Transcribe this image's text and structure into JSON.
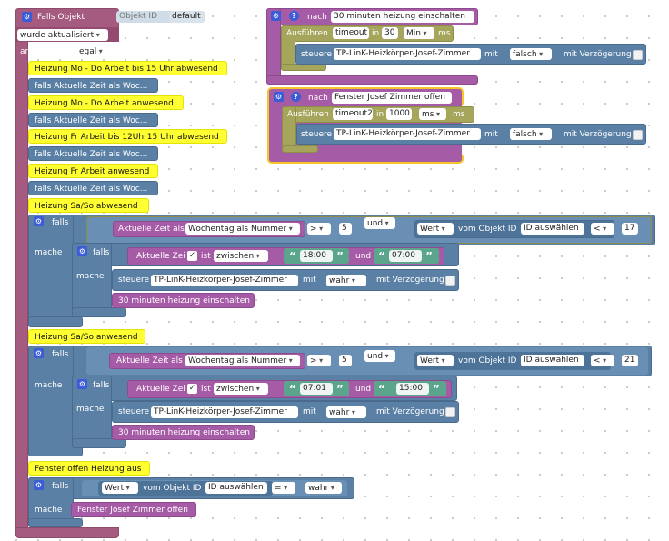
{
  "trigger": {
    "title": "Falls Objekt",
    "objid_label": "Objekt ID",
    "objid_value": "default",
    "updated": "wurde aktualisiert",
    "ack_label": "anerkannt ist",
    "ack_value": "egal"
  },
  "days": [
    {
      "label": "Heizung Mo - Do Arbeit bis 15 Uhr abwesend",
      "call": "falls Aktuelle Zeit als Woc..."
    },
    {
      "label": "Heizung Mo - Do Arbeit anwesend",
      "call": "falls Aktuelle Zeit als Woc..."
    },
    {
      "label": "Heizung Fr Arbeit bis 12Uhr15 Uhr abwesend",
      "call": "falls Aktuelle Zeit als Woc..."
    },
    {
      "label": "Heizung Fr Arbeit anwesend",
      "call": "falls Aktuelle Zeit als Woc..."
    }
  ],
  "common": {
    "falls": "falls",
    "mache": "mache",
    "current_time": "Aktuelle Zeit als",
    "current_time_short": "Aktuelle Zei",
    "weekday": "Wochentag als Nummer",
    "gt": ">",
    "lt": "<",
    "eq": "=",
    "und": "und",
    "wert": "Wert",
    "vom_objekt": "vom Objekt ID",
    "id_select": "ID auswählen",
    "ist": "ist",
    "zwischen": "zwischen",
    "steuere": "steuere",
    "mit": "mit",
    "mit_verz": "mit Verzögerung",
    "wahr": "wahr",
    "falsch": "falsch",
    "device": "TP-LinK-Heizkörper-Josef-Zimmer",
    "call_timer": "30 minuten heizung einschalten"
  },
  "sa_abw": {
    "label": "Heizung Sa/So abwesend",
    "day_num": "5",
    "hour_limit": "17",
    "time_from": "18:00",
    "time_to": "07:00"
  },
  "sa_anw": {
    "label": "Heizung Sa/So anwesend",
    "day_num": "5",
    "hour_limit": "21",
    "time_from": "07:01",
    "time_to": "15:00"
  },
  "window": {
    "label": "Fenster offen Heizung aus",
    "call": "Fenster Josef Zimmer offen"
  },
  "func1": {
    "prefix": "nach",
    "name": "30 minuten heizung einschalten",
    "exec": "Ausführen",
    "timeout": "timeout",
    "in": "in",
    "amount": "30",
    "unit": "Min",
    "ms": "ms"
  },
  "func2": {
    "prefix": "nach",
    "name": "Fenster Josef Zimmer offen",
    "exec": "Ausführen",
    "timeout": "timeout2",
    "in": "in",
    "amount": "1000",
    "unit": "ms",
    "ms": "ms"
  },
  "icons": {
    "gear": "⚙",
    "help": "?",
    "check": "✓",
    "quote_open": "“",
    "quote_close": "”"
  }
}
